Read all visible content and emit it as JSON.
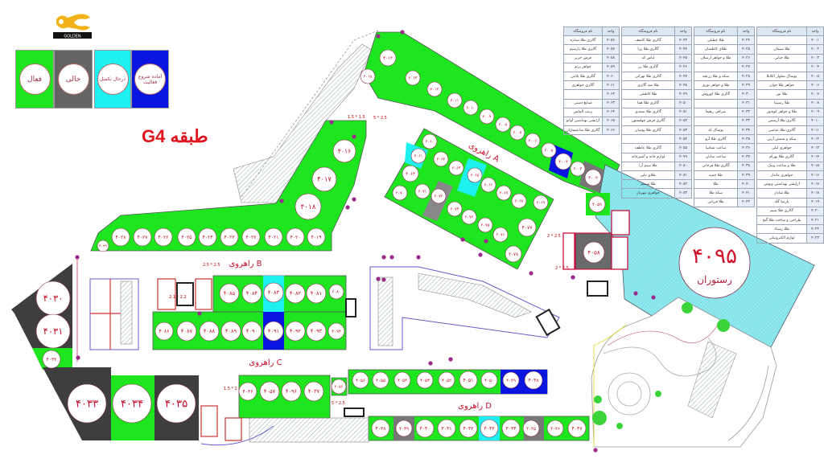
{
  "floor_title": "طبقه G4",
  "logo_text": "GOLDEN",
  "status_colors": {
    "active": "#1ee61e",
    "empty": "#646464",
    "cyan": "#1ef0f0",
    "blue": "#0a14e0"
  },
  "legend": [
    {
      "status": "active",
      "label": "فعال"
    },
    {
      "status": "empty",
      "label": "خالی"
    },
    {
      "status": "cyan",
      "label": "درحال تکمیل"
    },
    {
      "status": "blue",
      "label": "آماده شروع فعالیت"
    }
  ],
  "corridors": {
    "a": "راهروی A",
    "b": "راهروی B",
    "c": "راهروی C",
    "d": "راهروی D"
  },
  "restaurant": {
    "id": "۴۰۹۵",
    "label": "رستوران"
  },
  "dimensions": [
    "2.5 * 2.5",
    "1.5 * 1.5",
    "5 * 2.5",
    "2 * 2.5",
    "2 * 2.5",
    "2.1 * 2.2",
    "1.5 * 2",
    "5 * 2.5"
  ],
  "units": {
    "ne_band": [
      {
        "id": "۴۰۱۳",
        "status": "active"
      },
      {
        "id": "۴۰۱۲",
        "status": "active"
      },
      {
        "id": "۴۰۱۱",
        "status": "active"
      },
      {
        "id": "۴۰۱۰",
        "status": "active"
      },
      {
        "id": "۴۰۰۹",
        "status": "active"
      },
      {
        "id": "۴۰۰۸",
        "status": "active"
      },
      {
        "id": "۴۰۰۷",
        "status": "active"
      },
      {
        "id": "۴۰۰۶",
        "status": "active"
      },
      {
        "id": "۴۰۰۵",
        "status": "active"
      },
      {
        "id": "۴۰۰۴",
        "status": "blue"
      },
      {
        "id": "۴۰۰۳",
        "status": "active"
      },
      {
        "id": "۴۰۰۲",
        "status": "empty"
      },
      {
        "id": "۴۰۵۹",
        "status": "active"
      },
      {
        "id": "۴۰۵۸",
        "status": "empty"
      }
    ],
    "west_strip": [
      {
        "id": "۴۰۱۴",
        "status": "active"
      },
      {
        "id": "۴۰۱۵",
        "status": "active"
      },
      {
        "id": "۴۰۱۶",
        "status": "active"
      },
      {
        "id": "۴۰۱۷",
        "status": "active"
      },
      {
        "id": "۴۰۱۸",
        "status": "active"
      },
      {
        "id": "۴۰۱۹",
        "status": "active"
      },
      {
        "id": "۴۰۲۰",
        "status": "active"
      },
      {
        "id": "۴۰۲۱",
        "status": "active"
      },
      {
        "id": "۴۰۲۲",
        "status": "active"
      },
      {
        "id": "۴۰۲۳",
        "status": "active"
      },
      {
        "id": "۴۰۲۴",
        "status": "active"
      },
      {
        "id": "۴۰۲۵",
        "status": "active"
      },
      {
        "id": "۴۰۲۶",
        "status": "active"
      },
      {
        "id": "۴۰۲۷",
        "status": "active"
      },
      {
        "id": "۴۰۲۸",
        "status": "active"
      },
      {
        "id": "۴۰۲۹",
        "status": "active"
      }
    ],
    "west_block": [
      {
        "id": "۴۰۳۰",
        "status": "empty"
      },
      {
        "id": "۴۰۳۱",
        "status": "empty"
      },
      {
        "id": "۴۰۳۲",
        "status": "active"
      },
      {
        "id": "۴۰۳۳",
        "status": "empty"
      },
      {
        "id": "۴۰۳۴",
        "status": "active"
      },
      {
        "id": "۴۰۳۵",
        "status": "empty"
      }
    ],
    "a_block": [
      {
        "id": "۴۰۶۰",
        "status": "active"
      },
      {
        "id": "۴۰۶۱",
        "status": "cyan"
      },
      {
        "id": "۴۰۶۲",
        "status": "active"
      },
      {
        "id": "۴۰۶۳",
        "status": "active"
      },
      {
        "id": "۴۰۶۴",
        "status": "active"
      },
      {
        "id": "۴۰۶۵",
        "status": "cyan"
      },
      {
        "id": "۴۰۶۶",
        "status": "active"
      },
      {
        "id": "۴۰۶۷",
        "status": "active"
      },
      {
        "id": "۴۰۶۸",
        "status": "active"
      },
      {
        "id": "۴۰۶۹",
        "status": "active"
      },
      {
        "id": "۴۰۷۰",
        "status": "active"
      },
      {
        "id": "۴۰۷۱",
        "status": "active"
      },
      {
        "id": "۴۰۷۲",
        "status": "empty"
      },
      {
        "id": "۴۰۷۳",
        "status": "active"
      },
      {
        "id": "۴۰۷۴",
        "status": "active"
      },
      {
        "id": "۴۰۷۵",
        "status": "active"
      },
      {
        "id": "۴۰۷۶",
        "status": "active"
      },
      {
        "id": "۴۰۷۷",
        "status": "active"
      },
      {
        "id": "۴۰۷۸",
        "status": "active"
      }
    ],
    "b_block": [
      {
        "id": "۴۰۸۵",
        "status": "active"
      },
      {
        "id": "۴۰۸۴",
        "status": "active"
      },
      {
        "id": "۴۰۸۳",
        "status": "cyan"
      },
      {
        "id": "۴۰۸۲",
        "status": "active"
      },
      {
        "id": "۴۰۸۱",
        "status": "active"
      },
      {
        "id": "۴۰۸۰",
        "status": "active"
      },
      {
        "id": "۴۰۸۶",
        "status": "active"
      },
      {
        "id": "۴۰۸۷",
        "status": "active"
      },
      {
        "id": "۴۰۸۸",
        "status": "active"
      },
      {
        "id": "۴۰۸۹",
        "status": "active"
      },
      {
        "id": "۴۰۹۰",
        "status": "active"
      },
      {
        "id": "۴۰۹۱",
        "status": "blue"
      },
      {
        "id": "۴۰۹۲",
        "status": "active"
      },
      {
        "id": "۴۰۹۳",
        "status": "active"
      },
      {
        "id": "۴۰۹۴",
        "status": "active"
      }
    ],
    "c_block": [
      {
        "id": "۴۰۳۶",
        "status": "active"
      },
      {
        "id": "۴۰۵۷",
        "status": "active"
      },
      {
        "id": "۴۰۹۶",
        "status": "active"
      },
      {
        "id": "۴۰۳۷",
        "status": "active"
      },
      {
        "id": "۴۰۵۶",
        "status": "active"
      }
    ],
    "d_upper": [
      {
        "id": "۴۰۵۶",
        "status": "active"
      },
      {
        "id": "۴۰۵۵",
        "status": "active"
      },
      {
        "id": "۴۰۵۴",
        "status": "active"
      },
      {
        "id": "۴۰۵۳",
        "status": "active"
      },
      {
        "id": "۴۰۵۲",
        "status": "active"
      },
      {
        "id": "۴۰۵۱",
        "status": "active"
      },
      {
        "id": "۴۰۵۰",
        "status": "active"
      },
      {
        "id": "۴۰۴۹",
        "status": "blue"
      },
      {
        "id": "۴۰۴۸",
        "status": "blue"
      }
    ],
    "d_lower": [
      {
        "id": "۴۰۳۸",
        "status": "active"
      },
      {
        "id": "۴۰۳۹",
        "status": "empty"
      },
      {
        "id": "۴۰۴۰",
        "status": "active"
      },
      {
        "id": "۴۰۴۱",
        "status": "active"
      },
      {
        "id": "۴۰۴۲",
        "status": "active"
      },
      {
        "id": "۴۰۴۳",
        "status": "cyan"
      },
      {
        "id": "۴۰۴۴",
        "status": "active"
      },
      {
        "id": "۴۰۴۵",
        "status": "empty"
      },
      {
        "id": "۴۰۴۶",
        "status": "active"
      },
      {
        "id": "۴۰۴۷",
        "status": "active"
      }
    ]
  },
  "tables": [
    {
      "header_name": "نام فروشگاه",
      "header_unit": "واحد",
      "rows": [
        {
          "unit": "۴۰۵۶",
          "name": "گالری طلا ستاره"
        },
        {
          "unit": "۴۰۵۷",
          "name": "گالری طلا پارسیم"
        },
        {
          "unit": "۴۰۵۸",
          "name": "فرش حریر"
        },
        {
          "unit": "۴۰۵۹",
          "name": "جواهر پرتو"
        },
        {
          "unit": "۴۰۶۰",
          "name": "گالری طلا پلاتین"
        },
        {
          "unit": "۴۰۶۱",
          "name": "گالری جواهری"
        },
        {
          "unit": "۴۰۶۲",
          "name": ""
        },
        {
          "unit": "۴۰۶۳",
          "name": "صنایع دستی"
        },
        {
          "unit": "۴۰۶۴",
          "name": "زینت الماس"
        },
        {
          "unit": "۴۰۶۵",
          "name": "آرایشی بهداشتی آوانو"
        },
        {
          "unit": "۴۰۶۶",
          "name": "گالری طلا ساعتسازان"
        }
      ]
    },
    {
      "header_name": "نام فروشگاه",
      "header_unit": "واحد",
      "rows": [
        {
          "unit": "۴۰۴۳",
          "name": "گالری طلا کاشف"
        },
        {
          "unit": "۴۰۴۴",
          "name": "گالری طلا رزا"
        },
        {
          "unit": "۴۰۴۵",
          "name": "لباس کد"
        },
        {
          "unit": "۴۰۴۶",
          "name": "گالری طلا زر"
        },
        {
          "unit": "۴۰۴۷",
          "name": "گالری طلا تهرانی"
        },
        {
          "unit": "۴۰۴۸",
          "name": "طلا سه گالری"
        },
        {
          "unit": "۴۰۴۹",
          "name": "طلا کاظمی"
        },
        {
          "unit": "۴۰۵۰",
          "name": "گالری طلا هما"
        },
        {
          "unit": "۴۰۵۱",
          "name": "گالری طلا صمدی"
        },
        {
          "unit": "۴۰۵۲",
          "name": "گالری فرش چهلستون"
        },
        {
          "unit": "۴۰۵۳",
          "name": "گالری طلا پوسان"
        },
        {
          "unit": "۴۰۵۴",
          "name": ""
        },
        {
          "unit": "۴۰۵۵",
          "name": "گالری طلا عاطفه"
        },
        {
          "unit": "۴۰۷۹",
          "name": "لوازم خانه و آشپزخانه"
        },
        {
          "unit": "۴۰۸۰",
          "name": "طلا سیم آرا"
        },
        {
          "unit": "۴۰۸۱",
          "name": "طلای دلیر"
        },
        {
          "unit": "۴۰۸۲",
          "name": "طلا شمیم"
        },
        {
          "unit": "۴۰۸۳",
          "name": "جواهری مهرناز"
        }
      ]
    },
    {
      "header_name": "نام فروشگاه",
      "header_unit": "واحد",
      "rows": [
        {
          "unit": "۴۰۲۴",
          "name": "طلا عطیلی"
        },
        {
          "unit": "۴۰۲۵",
          "name": "طلای کاظمیان"
        },
        {
          "unit": "۴۰۲۶",
          "name": "طلا و جواهر ارسلان"
        },
        {
          "unit": "۴۰۲۷",
          "name": ""
        },
        {
          "unit": "۴۰۲۸",
          "name": "سکه و طلا زرنجه"
        },
        {
          "unit": "۴۰۲۹",
          "name": "طلا و جواهر نوری"
        },
        {
          "unit": "۴۰۳۰",
          "name": "گالری طلا کوروش"
        },
        {
          "unit": "۴۰۳۱",
          "name": ""
        },
        {
          "unit": "۴۰۳۲",
          "name": "صرافی رهنما"
        },
        {
          "unit": "۴۰۳۳",
          "name": ""
        },
        {
          "unit": "۴۰۳۴",
          "name": "پوشاک کد"
        },
        {
          "unit": "۴۰۳۵",
          "name": "گالری طلا آرو"
        },
        {
          "unit": "۴۰۳۶",
          "name": "ساعت شناسا"
        },
        {
          "unit": "۴۰۳۷",
          "name": "ساعت شایان"
        },
        {
          "unit": "۴۰۳۸",
          "name": "گالری طلا فرخانی"
        },
        {
          "unit": "۴۰۳۹",
          "name": "طلا حمید"
        },
        {
          "unit": "۴۰۴۰",
          "name": "طلا"
        },
        {
          "unit": "۴۰۴۱",
          "name": "سکه طلا"
        },
        {
          "unit": "۴۰۴۲",
          "name": "طلا قربانی"
        }
      ]
    },
    {
      "header_name": "نام فروشگاه",
      "header_unit": "واحد",
      "rows": [
        {
          "unit": "۴۰۰۱",
          "name": ""
        },
        {
          "unit": "۴۰۰۲",
          "name": "طلا سیمان"
        },
        {
          "unit": "۴۰۰۳",
          "name": "طلا حنایی"
        },
        {
          "unit": "۴۰۰۴",
          "name": ""
        },
        {
          "unit": "۴۰۰۵",
          "name": "پوشاک شلوار اکلابلا"
        },
        {
          "unit": "۴۰۰۶",
          "name": "جواهر طلا جوان"
        },
        {
          "unit": "۴۰۰۷",
          "name": "طلا نور"
        },
        {
          "unit": "۴۰۰۸",
          "name": "طلا رسپینا"
        },
        {
          "unit": "۴۰۰۹",
          "name": "طلا و جواهر کوه‌نور"
        },
        {
          "unit": "۴۰۱۰",
          "name": "گالری طلا آرسس"
        },
        {
          "unit": "۴۰۱۱",
          "name": "گالری طلا عباسی"
        },
        {
          "unit": "۴۰۱۲",
          "name": "سکه و شمش آرین"
        },
        {
          "unit": "۴۰۱۳",
          "name": "جواهری لیلی"
        },
        {
          "unit": "۴۰۱۴",
          "name": "گالری طلا بهرام"
        },
        {
          "unit": "۴۰۱۵",
          "name": "طلا و ساعت ونیک"
        },
        {
          "unit": "۴۰۱۶",
          "name": "جواهری ماندار"
        },
        {
          "unit": "۴۰۱۷",
          "name": "آرایشی بهداشتی ونوس"
        },
        {
          "unit": "۴۰۱۸",
          "name": "طلا شاداز"
        },
        {
          "unit": "۴۰۱۹",
          "name": "پارسا گلد"
        },
        {
          "unit": "۴۰۲۰",
          "name": "گالری طلا سیم"
        },
        {
          "unit": "۴۰۲۱",
          "name": "طراحی و ساخت طلا گنج"
        },
        {
          "unit": "۴۰۲۲",
          "name": "طلا رستاد"
        },
        {
          "unit": "۴۰۲۳",
          "name": "لوازم الکترونیکی"
        }
      ]
    }
  ]
}
